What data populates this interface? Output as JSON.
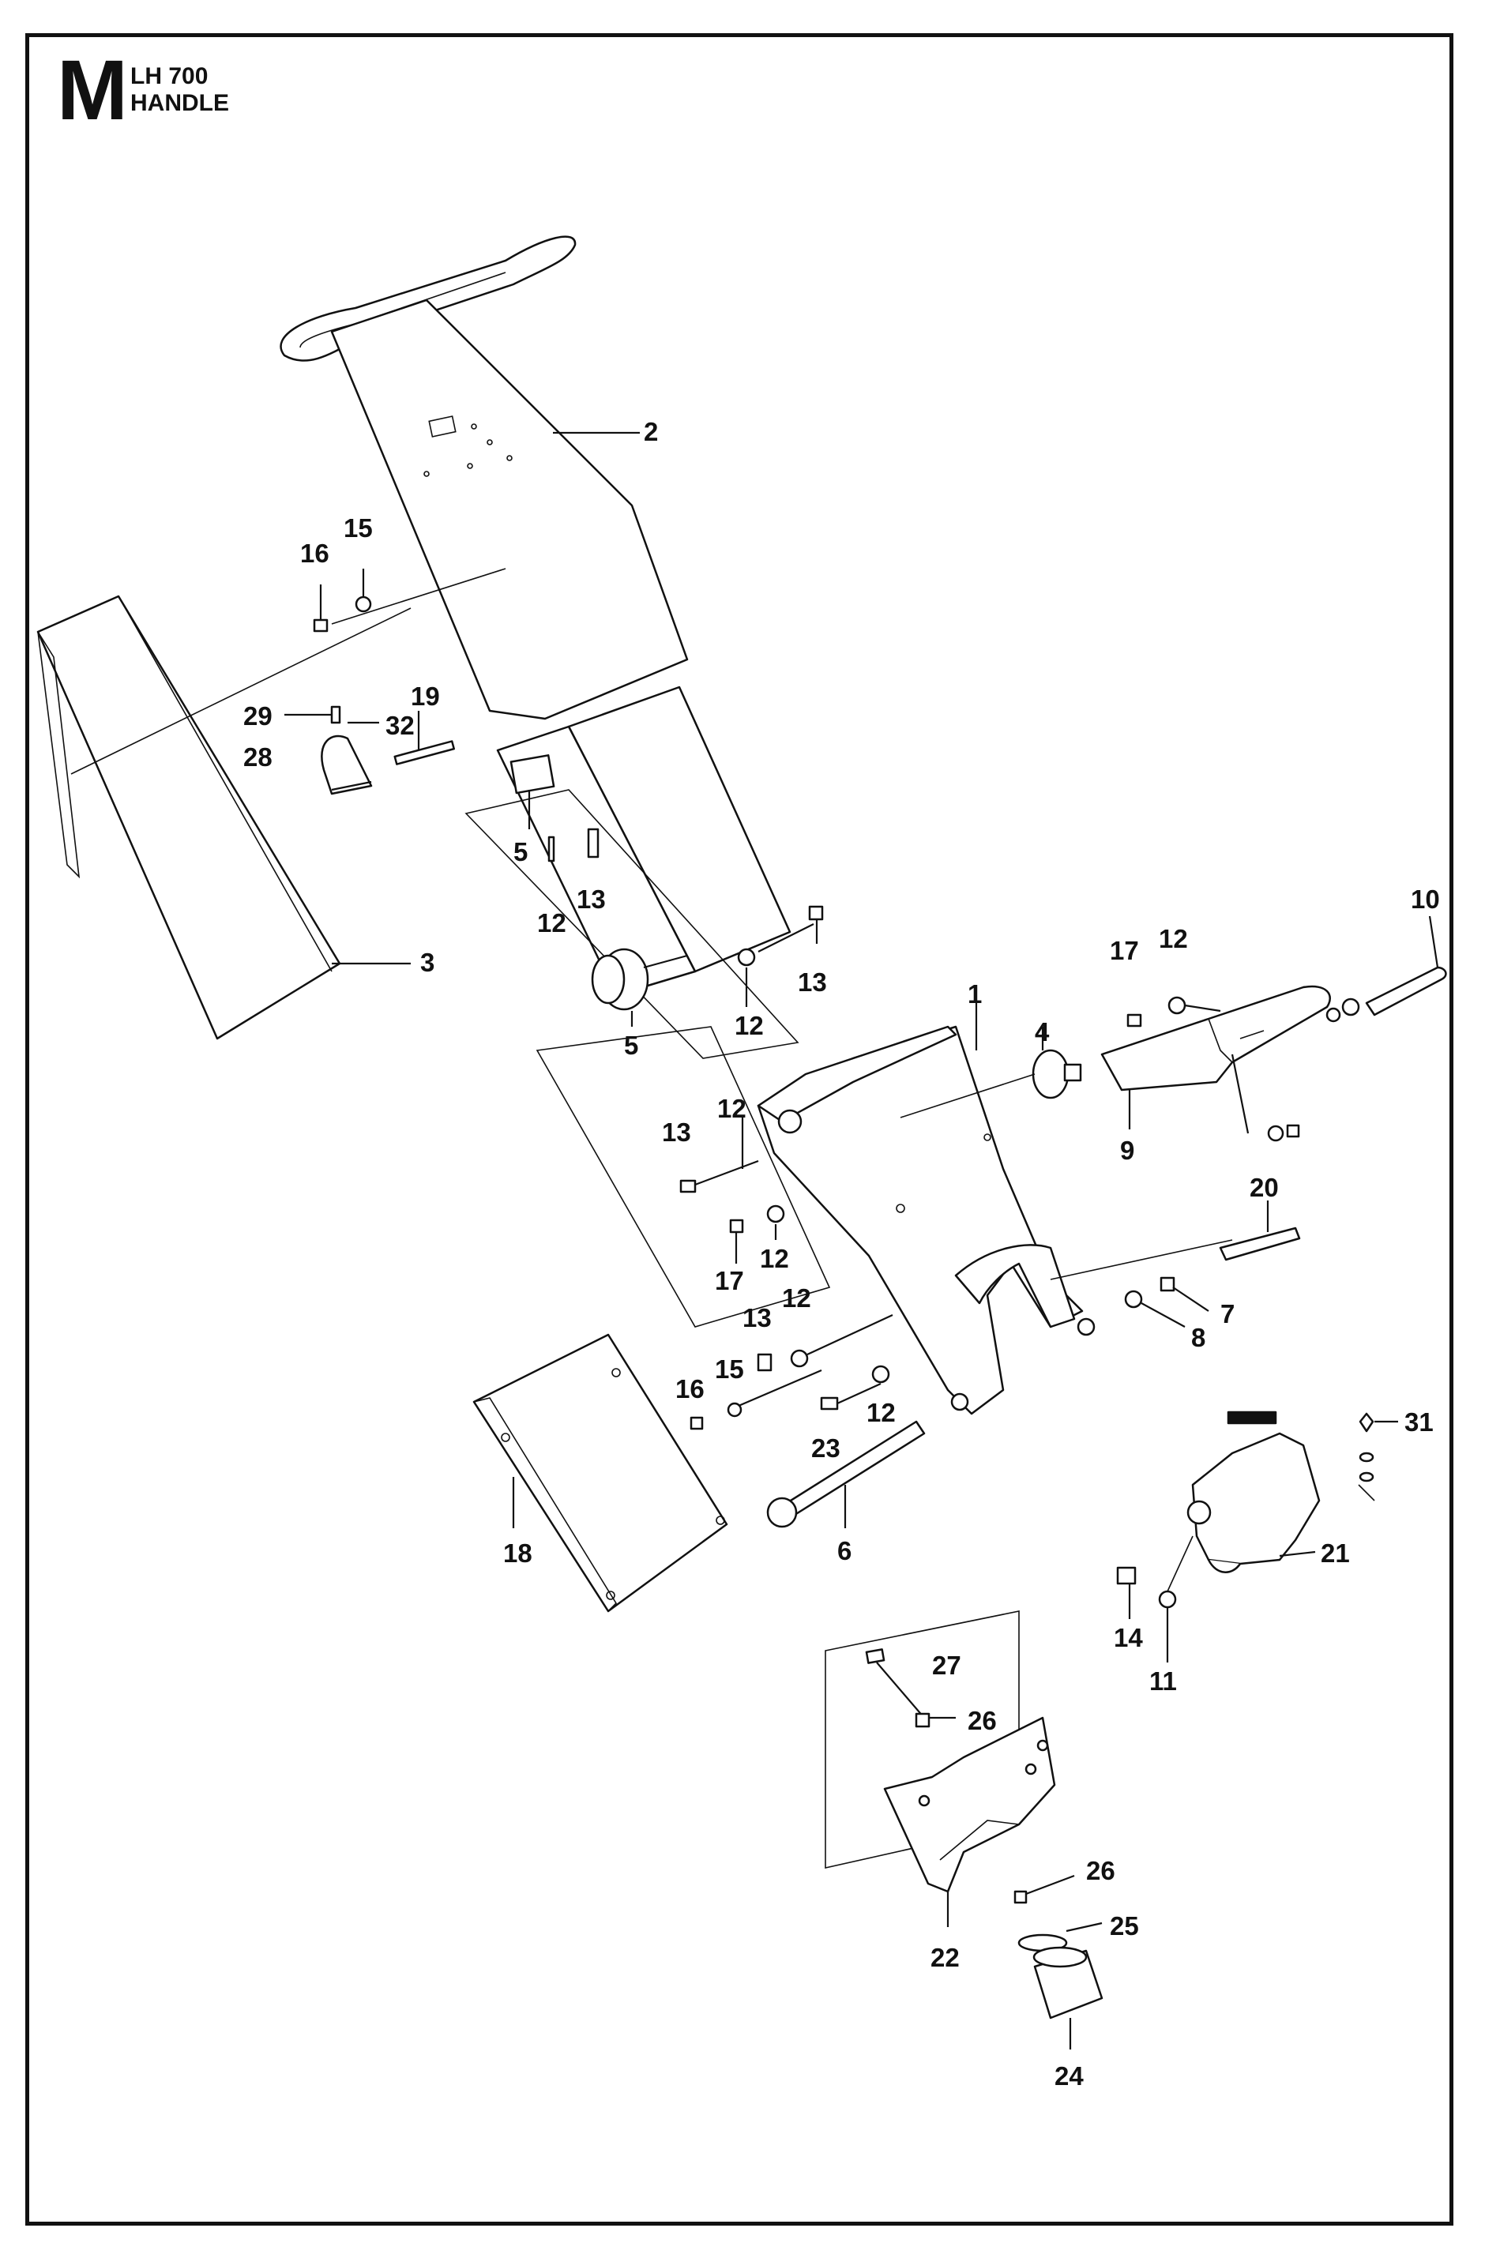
{
  "header": {
    "letter": "M",
    "model": "LH 700",
    "section": "HANDLE"
  },
  "labels": [
    {
      "id": "l2",
      "text": "2"
    },
    {
      "id": "l15a",
      "text": "15"
    },
    {
      "id": "l16a",
      "text": "16"
    },
    {
      "id": "l19",
      "text": "19"
    },
    {
      "id": "l29",
      "text": "29"
    },
    {
      "id": "l32",
      "text": "32"
    },
    {
      "id": "l28",
      "text": "28"
    },
    {
      "id": "l3",
      "text": "3"
    },
    {
      "id": "l5a",
      "text": "5"
    },
    {
      "id": "l12a",
      "text": "12"
    },
    {
      "id": "l13a",
      "text": "13"
    },
    {
      "id": "l10",
      "text": "10"
    },
    {
      "id": "l17a",
      "text": "17"
    },
    {
      "id": "l12b",
      "text": "12"
    },
    {
      "id": "l13b",
      "text": "13"
    },
    {
      "id": "l5b",
      "text": "5"
    },
    {
      "id": "l12c",
      "text": "12"
    },
    {
      "id": "l1",
      "text": "1"
    },
    {
      "id": "l4",
      "text": "4"
    },
    {
      "id": "l9",
      "text": "9"
    },
    {
      "id": "l12d",
      "text": "12"
    },
    {
      "id": "l13c",
      "text": "13"
    },
    {
      "id": "l20",
      "text": "20"
    },
    {
      "id": "l12e",
      "text": "12"
    },
    {
      "id": "l17b",
      "text": "17"
    },
    {
      "id": "l7",
      "text": "7"
    },
    {
      "id": "l8",
      "text": "8"
    },
    {
      "id": "l12f",
      "text": "12"
    },
    {
      "id": "l13d",
      "text": "13"
    },
    {
      "id": "l16b",
      "text": "16"
    },
    {
      "id": "l15b",
      "text": "15"
    },
    {
      "id": "l12g",
      "text": "12"
    },
    {
      "id": "l23",
      "text": "23"
    },
    {
      "id": "l31",
      "text": "31"
    },
    {
      "id": "l18",
      "text": "18"
    },
    {
      "id": "l6",
      "text": "6"
    },
    {
      "id": "l21",
      "text": "21"
    },
    {
      "id": "l14",
      "text": "14"
    },
    {
      "id": "l11",
      "text": "11"
    },
    {
      "id": "l27",
      "text": "27"
    },
    {
      "id": "l26a",
      "text": "26"
    },
    {
      "id": "l26b",
      "text": "26"
    },
    {
      "id": "l25",
      "text": "25"
    },
    {
      "id": "l22",
      "text": "22"
    },
    {
      "id": "l24",
      "text": "24"
    }
  ]
}
